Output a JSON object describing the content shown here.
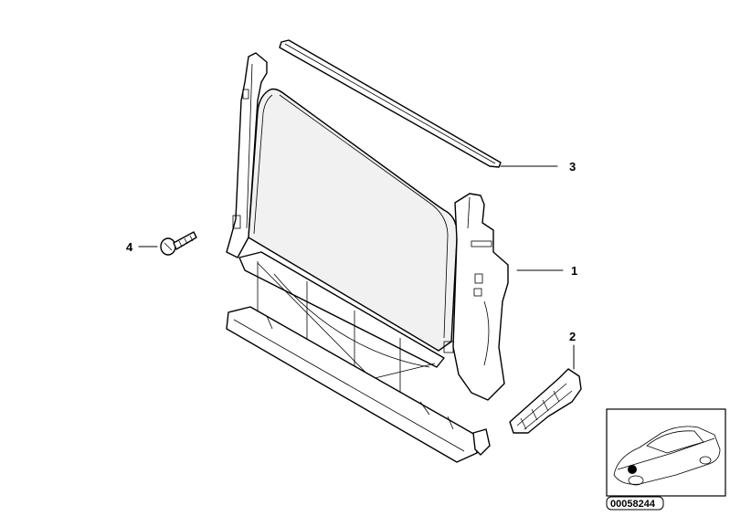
{
  "callouts": [
    {
      "label": "1",
      "part": "radiator-frame"
    },
    {
      "label": "2",
      "part": "bracket"
    },
    {
      "label": "3",
      "part": "seal-strip"
    },
    {
      "label": "4",
      "part": "screw"
    }
  ],
  "reference_number": "00058244",
  "icons": {
    "thumbnail": "car-outline-icon",
    "marker": "location-dot-icon"
  },
  "colors": {
    "line": "#000000",
    "background": "#ffffff"
  }
}
